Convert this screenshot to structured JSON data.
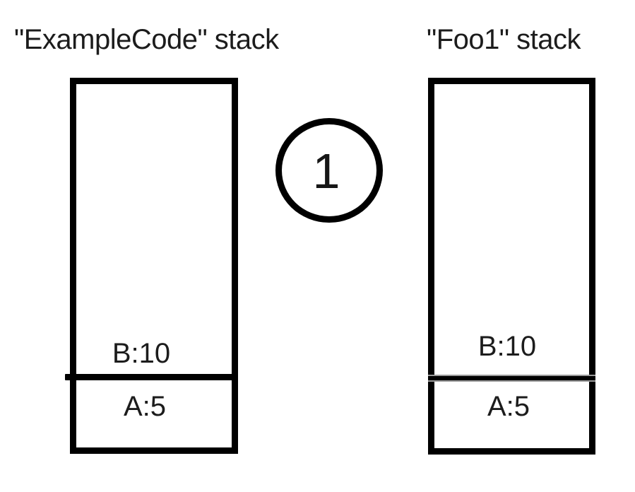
{
  "colors": {
    "background": "#ffffff",
    "ink": "#000000",
    "text": "#1c1c1c",
    "divider_halo": "#9a9a9a"
  },
  "stacks": {
    "left": {
      "title": "\"ExampleCode\" stack",
      "top_frame_label": "B:10",
      "bottom_frame_label": "A:5"
    },
    "right": {
      "title": "\"Foo1\" stack",
      "top_frame_label": "B:10",
      "bottom_frame_label": "A:5"
    }
  },
  "annotation": {
    "step_number": "1"
  }
}
